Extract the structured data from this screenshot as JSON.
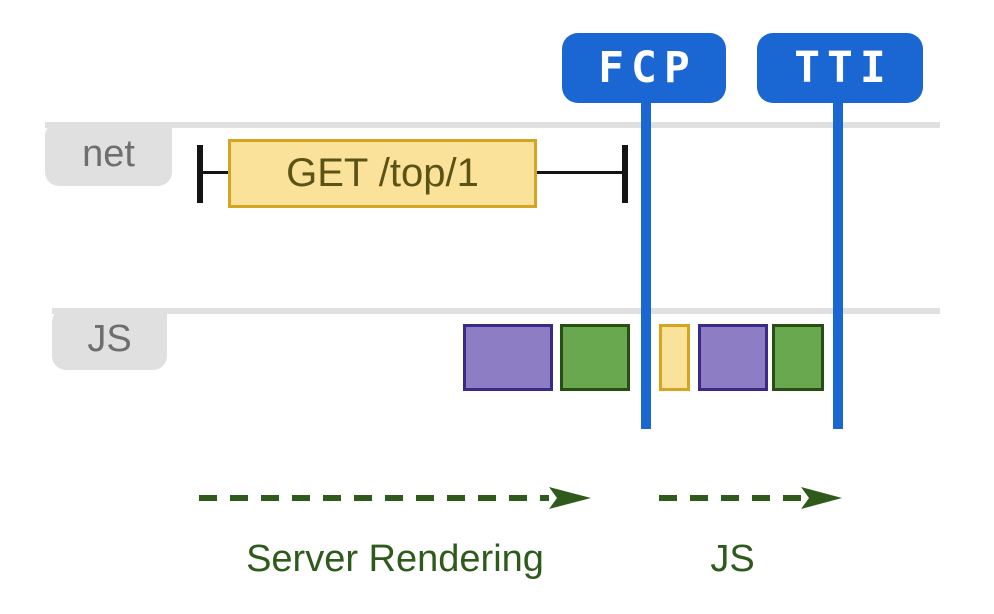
{
  "diagram": {
    "markers": {
      "fcp": {
        "label": "FCP"
      },
      "tti": {
        "label": "TTI"
      }
    },
    "tracks": {
      "net": {
        "label": "net"
      },
      "js": {
        "label": "JS"
      }
    },
    "network_request": {
      "label": "GET /top/1"
    },
    "js_blocks": {
      "before_fcp": [
        "purple",
        "green"
      ],
      "between_fcp_and_tti": [
        "yellow",
        "purple",
        "green"
      ]
    },
    "phases": {
      "server_rendering": {
        "label": "Server Rendering"
      },
      "js": {
        "label": "JS"
      }
    },
    "colors": {
      "marker_blue": "#1A66D2",
      "track_gray": "#E0E0E0",
      "track_label_gray": "#6E6E6E",
      "tick_black": "#141414",
      "request_fill": "#FBE29B",
      "request_border": "#D5A420",
      "request_text": "#5B5214",
      "block_purple_fill": "#8C7DC5",
      "block_purple_border": "#3B2A85",
      "block_green_fill": "#6AA84F",
      "block_green_border": "#274E13",
      "block_yellow_fill": "#FBE29B",
      "block_yellow_border": "#D5A420",
      "phase_green": "#2E5B1C"
    }
  }
}
